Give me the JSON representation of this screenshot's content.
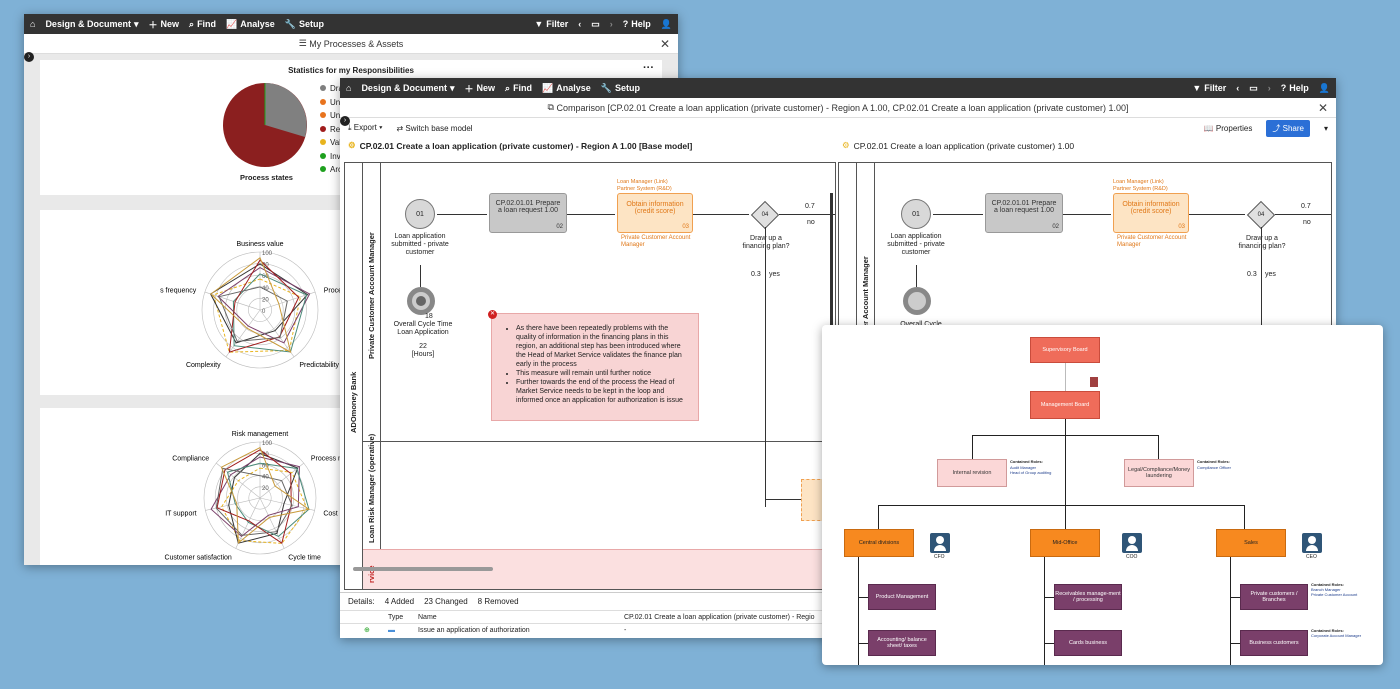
{
  "menu": {
    "home_icon": "home-icon",
    "design": "Design & Document",
    "new": "New",
    "find": "Find",
    "analyse": "Analyse",
    "setup": "Setup",
    "filter": "Filter",
    "help": "Help"
  },
  "w1": {
    "title": "My Processes & Assets",
    "stats_title": "Statistics for my Responsibilities",
    "pie_label": "Process states",
    "legend": [
      {
        "label": "Dra",
        "color": "#7f7f7f"
      },
      {
        "label": "Unc",
        "color": "#e8731e"
      },
      {
        "label": "Unc",
        "color": "#e8731e"
      },
      {
        "label": "Rel",
        "color": "#a01c1c"
      },
      {
        "label": "Vali",
        "color": "#e8b41e"
      },
      {
        "label": "Inva",
        "color": "#1ea01e"
      },
      {
        "label": "Arc",
        "color": "#1ea01e"
      }
    ],
    "classification_title": "Process Classificatio",
    "radar1_axes": [
      "Business value",
      "Process type",
      "Predictability",
      "Complexity",
      "Process frequency"
    ],
    "radar1_ticks": [
      "100",
      "80",
      "60",
      "40",
      "20",
      "0"
    ],
    "potential_title": "Process Potential Anal",
    "radar2_axes": [
      "Risk management",
      "Process management maturity",
      "Cost efficiency",
      "Cycle time",
      "Customer satisfaction",
      "IT support",
      "Compliance"
    ],
    "radar2_ticks": [
      "100",
      "80",
      "60",
      "40",
      "20"
    ]
  },
  "w2": {
    "title": "Comparison [CP.02.01 Create a loan application (private customer) - Region A 1.00, CP.02.01 Create a loan application (private customer) 1.00]",
    "export": "Export",
    "switch": "Switch base model",
    "properties": "Properties",
    "share": "Share",
    "left_model": "CP.02.01 Create a loan application (private customer) - Region A 1.00 [Base model]",
    "right_model": "CP.02.01 Create a loan application (private customer) 1.00",
    "pool": "ADOmoney Bank",
    "lane1": "Private Customer Account Manager",
    "lane2": "Loan Risk Manager (operative)",
    "lane3": "rvice",
    "event_num": "01",
    "event_text": "Loan application submitted - private customer",
    "task1": "CP.02.01.01 Prepare a loan request 1.00",
    "task1_num": "02",
    "task2": "Obtain information (credit score)",
    "task2_num": "03",
    "task2_top": "Loan Manager (Link) Partner System (R&D)",
    "task2_role": "Private Customer Account Manager",
    "gateway_num": "04",
    "gateway_text": "Draw up a financing plan?",
    "p07": "0.7",
    "no": "no",
    "p03": "0.3",
    "yes": "yes",
    "cycle_num": "18",
    "cycle_text": "Overall Cycle Time Loan Application",
    "cycle_val": "22",
    "cycle_unit": "[Hours]",
    "right_cycle_text": "Overall Cycle",
    "note": [
      "As there have been repeatedly problems with the quality of information in the financing plans in this region, an additional step has been introduced where the Head of Market Service validates the finance plan early in the process",
      "This measure will remain until further notice",
      "Further towards the end of the process the Head of Market Service needs to be kept in the loop and informed once an application for authorization is issue"
    ],
    "details_label": "Details:",
    "added": "4 Added",
    "changed": "23 Changed",
    "removed": "8 Removed",
    "col_type": "Type",
    "col_name": "Name",
    "col_model": "CP.02.01 Create a loan application (private customer) - Regio",
    "row1_name": "Issue an application of authorization",
    "row1_value": "-"
  },
  "w3": {
    "supervisory": "Supervisory Board",
    "management": "Management Board",
    "internal": "Internal revision",
    "internal_roles_title": "Contained Roles:",
    "internal_roles": "Audit Manager\nHead of Group auditing",
    "legal": "Legal/Compliance/Money laundering",
    "legal_roles_title": "Contained Roles:",
    "legal_roles": "Compliance Officer",
    "central": "Central divisions",
    "cfo": "CFO",
    "mid": "Mid-Office",
    "coo": "COO",
    "sales": "Sales",
    "ceo": "CEO",
    "product": "Product Management",
    "accounting": "Accounting/ balance sheet/ taxes",
    "receivables": "Receivables manage-ment / processing",
    "cards": "Cards business",
    "private": "Private customers / Branches",
    "private_roles_title": "Contained Roles:",
    "private_roles": "Branch Manager\nPrivate Customer Account",
    "business": "Business customers",
    "business_roles_title": "Contained Roles:",
    "business_roles": "Corporate Account Manager"
  }
}
